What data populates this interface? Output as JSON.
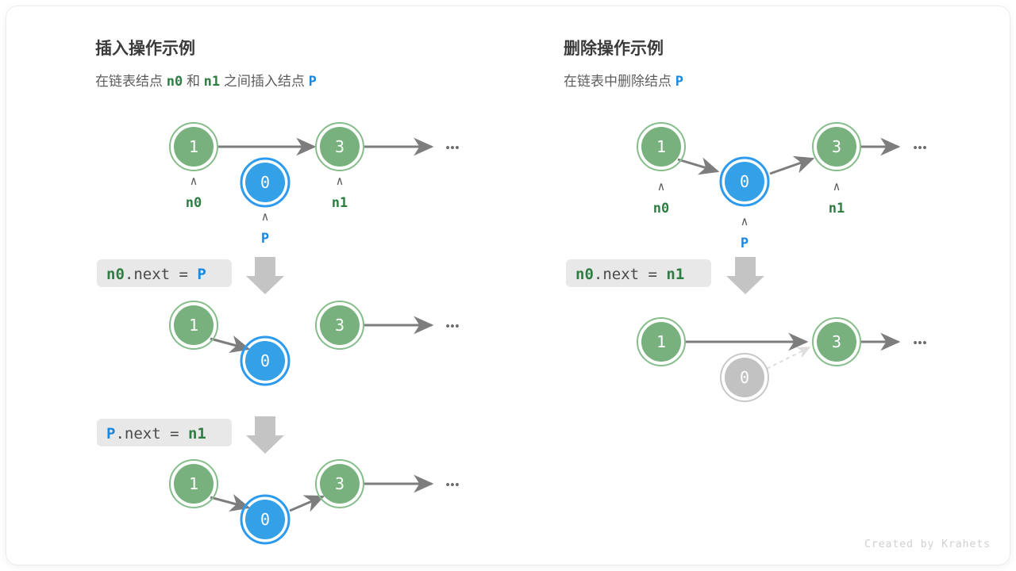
{
  "credit": "Created by Krahets",
  "panels": [
    {
      "id": "insert",
      "title": "插入操作示例",
      "subtitle_parts": [
        {
          "text": "在链表结点 ",
          "style": "plain"
        },
        {
          "text": "n0",
          "style": "green"
        },
        {
          "text": " 和 ",
          "style": "plain"
        },
        {
          "text": "n1",
          "style": "green"
        },
        {
          "text": " 之间插入结点 ",
          "style": "plain"
        },
        {
          "text": "P",
          "style": "blue"
        }
      ],
      "steps": [
        {
          "code_parts": [
            {
              "text": "n0",
              "style": "green"
            },
            {
              "text": ".next = ",
              "style": "plain"
            },
            {
              "text": "P",
              "style": "blue"
            }
          ]
        },
        {
          "code_parts": [
            {
              "text": "P",
              "style": "blue"
            },
            {
              "text": ".next = ",
              "style": "plain"
            },
            {
              "text": "n1",
              "style": "green"
            }
          ]
        }
      ],
      "rows": [
        {
          "nodes": [
            {
              "value": "1",
              "color": "green",
              "label": "n0",
              "label_color": "green"
            },
            {
              "value": "0",
              "color": "blue",
              "label": "P",
              "label_color": "blue"
            },
            {
              "value": "3",
              "color": "green",
              "label": "n1",
              "label_color": "green"
            }
          ],
          "ellipsis": "•••"
        },
        {
          "nodes": [
            {
              "value": "1",
              "color": "green"
            },
            {
              "value": "0",
              "color": "blue"
            },
            {
              "value": "3",
              "color": "green"
            }
          ],
          "ellipsis": "•••"
        },
        {
          "nodes": [
            {
              "value": "1",
              "color": "green"
            },
            {
              "value": "0",
              "color": "blue"
            },
            {
              "value": "3",
              "color": "green"
            }
          ],
          "ellipsis": "•••"
        }
      ]
    },
    {
      "id": "delete",
      "title": "删除操作示例",
      "subtitle_parts": [
        {
          "text": "在链表中删除结点 ",
          "style": "plain"
        },
        {
          "text": "P",
          "style": "blue"
        }
      ],
      "steps": [
        {
          "code_parts": [
            {
              "text": "n0",
              "style": "green"
            },
            {
              "text": ".next = ",
              "style": "plain"
            },
            {
              "text": "n1",
              "style": "green"
            }
          ]
        }
      ],
      "rows": [
        {
          "nodes": [
            {
              "value": "1",
              "color": "green",
              "label": "n0",
              "label_color": "green"
            },
            {
              "value": "0",
              "color": "blue",
              "label": "P",
              "label_color": "blue"
            },
            {
              "value": "3",
              "color": "green",
              "label": "n1",
              "label_color": "green"
            }
          ],
          "ellipsis": "•••"
        },
        {
          "nodes": [
            {
              "value": "1",
              "color": "green"
            },
            {
              "value": "0",
              "color": "gray"
            },
            {
              "value": "3",
              "color": "green"
            }
          ],
          "ellipsis": "•••"
        }
      ]
    }
  ],
  "colors": {
    "green_fill": "#78b17e",
    "green_ring": "#86bd8b",
    "blue_fill": "#34a0e8",
    "blue_ring": "#2b9af0",
    "gray_fill": "#c2c2c2",
    "gray_ring": "#c8c8c8",
    "arrow": "#7d7d7d",
    "code_bg": "#e8e8e8",
    "big_arrow": "#c4c4c4"
  }
}
